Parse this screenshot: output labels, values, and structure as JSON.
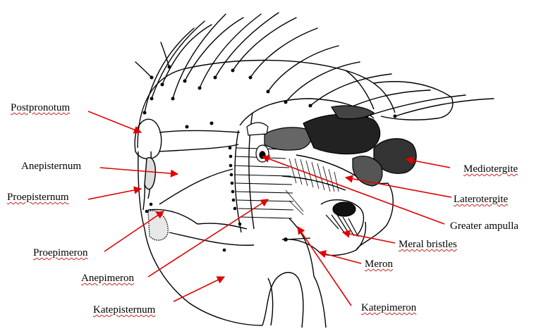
{
  "labels": {
    "postpronotum": "Postpronotum",
    "anepisternum": "Anepisternum",
    "proepisternum": "Proepisternum",
    "proepimeron": "Proepimeron",
    "anepimeron": "Anepimeron",
    "katepisternum": "Katepisternum",
    "mediotergite": "Mediotergite",
    "laterotergite": "Laterotergite",
    "greater_ampulla": "Greater ampulla",
    "meral_bristles": "Meral bristles",
    "meron": "Meron",
    "katepimeron": "Katepimeron"
  },
  "colors": {
    "arrow": "#e00000",
    "ink": "#000000",
    "background": "#ffffff"
  }
}
